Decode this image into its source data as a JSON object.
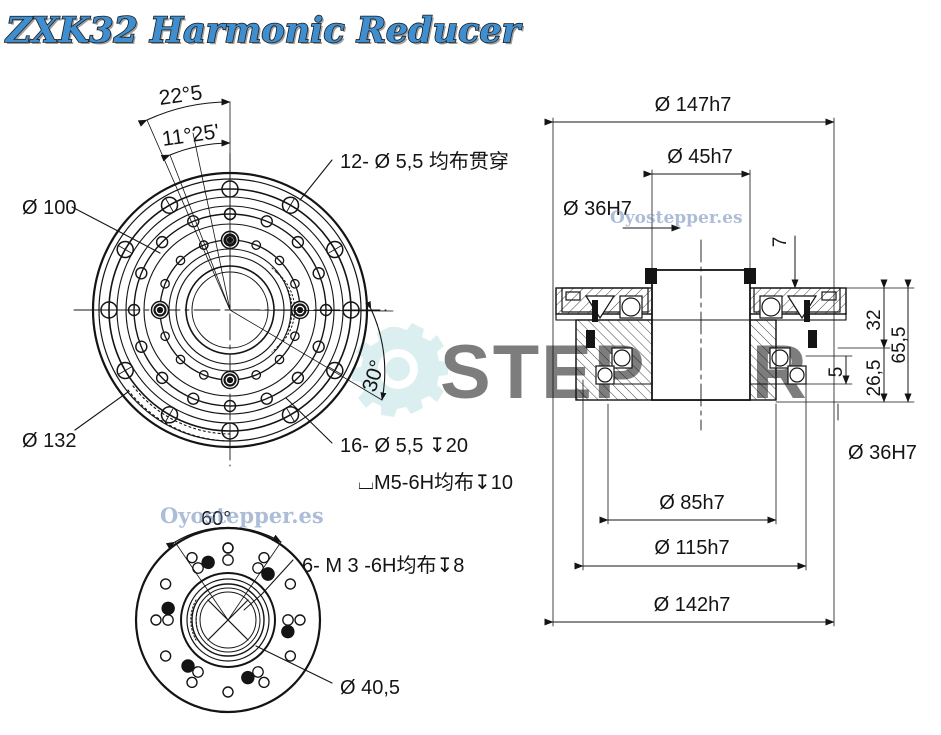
{
  "title": "ZXK32 Harmonic Reducer",
  "watermarks": {
    "top_right": "Oyostepper.es",
    "mid_left": "Oyostepper.es",
    "center_big": "STEPPER",
    "logo": "gear-logo"
  },
  "front_view": {
    "name": "front-view",
    "annotations": [
      {
        "id": "angle-22-5",
        "text": "22°5",
        "type": "angular"
      },
      {
        "id": "angle-11-25",
        "text": "11°25'",
        "type": "angular"
      },
      {
        "id": "angle-30",
        "text": "30°",
        "type": "angular"
      },
      {
        "id": "dia-100",
        "text": "Ø 100",
        "type": "diameter"
      },
      {
        "id": "dia-132",
        "text": "Ø 132",
        "type": "diameter"
      },
      {
        "id": "holes-12",
        "text": "12- Ø 5,5 均布贯穿",
        "type": "note"
      },
      {
        "id": "holes-16",
        "text": "16- Ø 5,5 ↧20",
        "type": "note"
      },
      {
        "id": "holes-16-thread",
        "text": "⌴M5-6H均布↧10",
        "type": "note"
      }
    ]
  },
  "bottom_view": {
    "name": "rear-view",
    "annotations": [
      {
        "id": "angle-60",
        "text": "60°",
        "type": "angular"
      },
      {
        "id": "holes-6-m3",
        "text": "6- M 3 -6H均布↧8",
        "type": "note"
      },
      {
        "id": "dia-40-5",
        "text": "Ø 40,5",
        "type": "diameter"
      }
    ]
  },
  "section_view": {
    "name": "cross-section-view",
    "annotations": [
      {
        "id": "dia-147h7",
        "text": "Ø 147h7",
        "type": "diameter"
      },
      {
        "id": "dia-45h7",
        "text": "Ø 45h7",
        "type": "diameter"
      },
      {
        "id": "dia-36H7-top",
        "text": "Ø 36H7",
        "type": "diameter"
      },
      {
        "id": "dia-36H7-bottom",
        "text": "Ø 36H7",
        "type": "diameter"
      },
      {
        "id": "dim-7",
        "text": "7",
        "type": "linear"
      },
      {
        "id": "dim-32",
        "text": "32",
        "type": "linear"
      },
      {
        "id": "dim-26-5",
        "text": "26,5",
        "type": "linear"
      },
      {
        "id": "dim-5",
        "text": "5",
        "type": "linear"
      },
      {
        "id": "dim-65-5",
        "text": "65,5",
        "type": "linear"
      },
      {
        "id": "dia-85h7",
        "text": "Ø 85h7",
        "type": "diameter"
      },
      {
        "id": "dia-115h7",
        "text": "Ø 115h7",
        "type": "diameter"
      },
      {
        "id": "dia-142h7",
        "text": "Ø 142h7",
        "type": "diameter"
      }
    ]
  },
  "colors": {
    "line": "#141414",
    "title_fill": "#3f8fd0",
    "title_stroke": "#1a1a1a",
    "watermark_teal": "#bfe3e7",
    "watermark_blue": "#6b86b8"
  }
}
